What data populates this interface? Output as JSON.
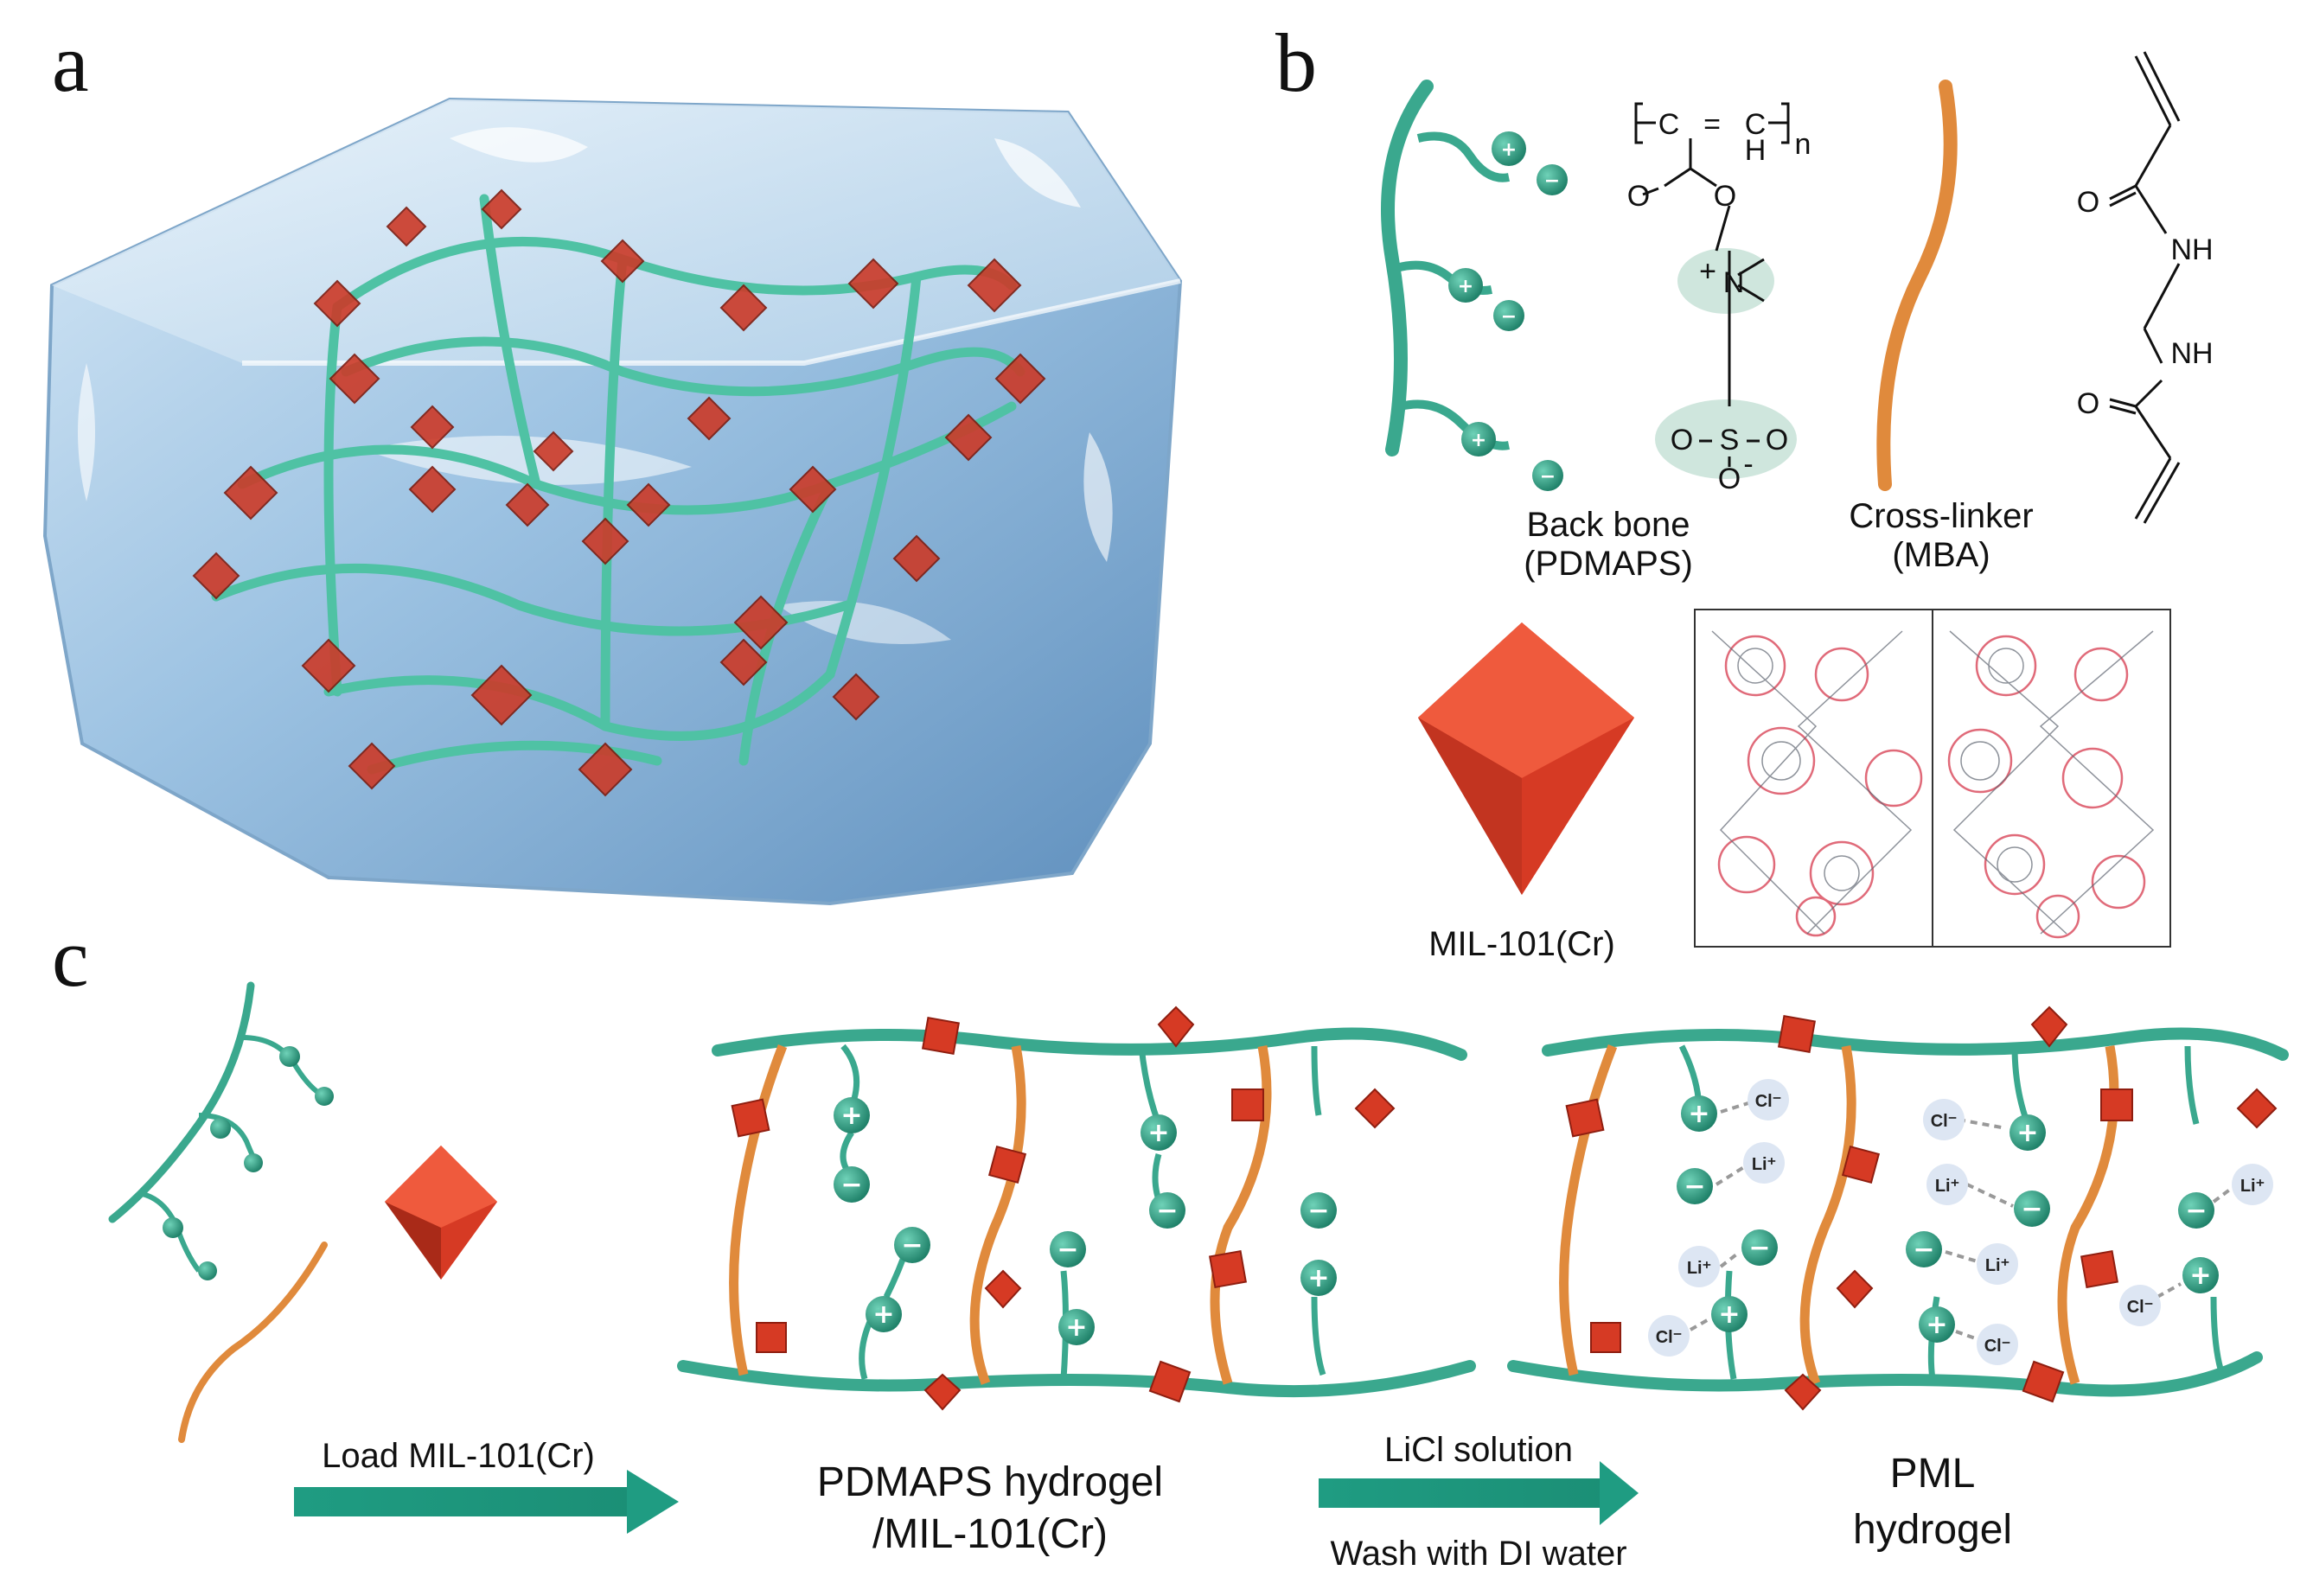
{
  "panels": {
    "a": "a",
    "b": "b",
    "c": "c"
  },
  "panel_b": {
    "backbone_label_1": "Back bone",
    "backbone_label_2": "(PDMAPS)",
    "crosslinker_label_1": "Cross-linker",
    "crosslinker_label_2": "(MBA)",
    "mof_label": "MIL-101(Cr)",
    "pdmaps_structure": {
      "C1": "C",
      "eq": "=",
      "C2": "C",
      "H": "H",
      "n": "n",
      "O_carbonyl": "O",
      "O_ester": "O",
      "N": "N",
      "N_charge": "+",
      "S": "S",
      "O_s1": "O",
      "O_s2": "O",
      "O_s3": "O",
      "O_charge": "-"
    },
    "mba_structure": {
      "O1": "O",
      "NH1": "NH",
      "NH2": "NH",
      "O2": "O"
    }
  },
  "panel_c": {
    "arrow1_label": "Load MIL-101(Cr)",
    "arrow2_label_top": "LiCl solution",
    "arrow2_label_bottom": "Wash with DI water",
    "mid_label_1": "PDMAPS hydrogel",
    "mid_label_2": "/MIL-101(Cr)",
    "end_label_1": "PML",
    "end_label_2": "hydrogel",
    "ions": {
      "cl": "Cl⁻",
      "li": "Li⁺"
    },
    "signs": {
      "plus": "+",
      "minus": "−"
    }
  },
  "colors": {
    "chain": "#3aa88e",
    "chain_dark": "#1f7d66",
    "crosslinker": "#e08a3c",
    "mof": "#d63a24",
    "mof_dark": "#8f1e10",
    "arrow": "#1f9c82",
    "ion_bubble": "#dde6f3",
    "ion_highlight": "#cfe6dd",
    "ice": "#a9c9e4"
  }
}
